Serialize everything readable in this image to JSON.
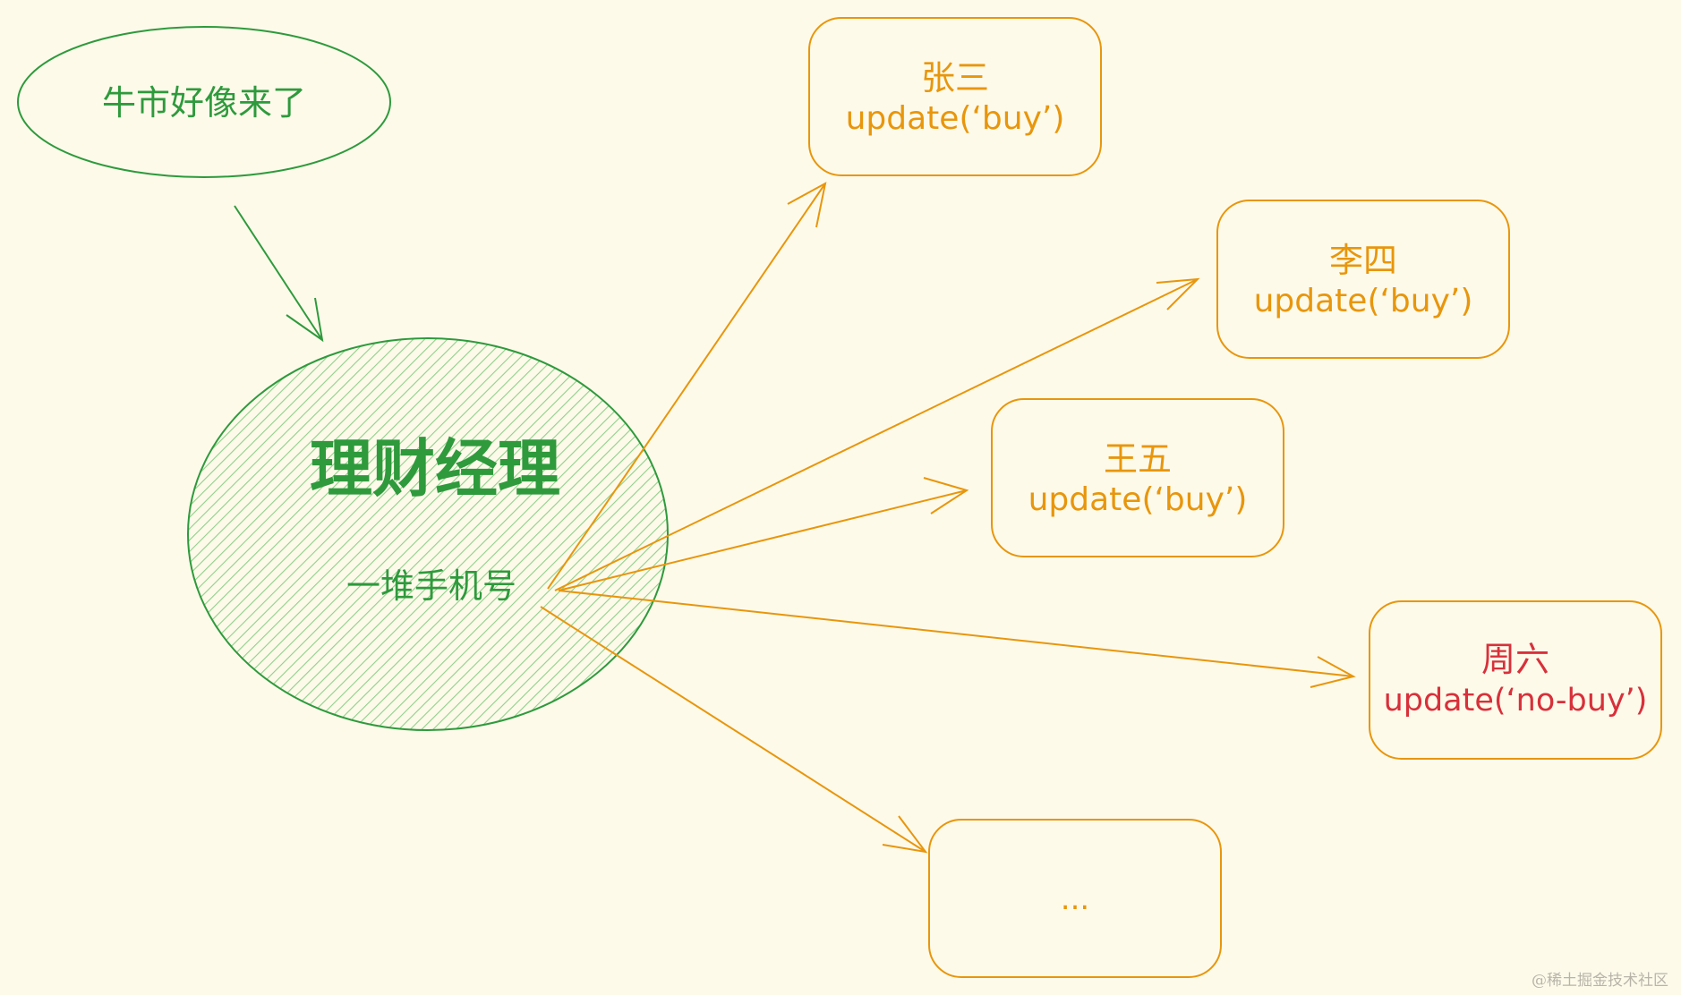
{
  "colors": {
    "background": "#fdfaea",
    "green": "#2e9a3c",
    "orange": "#e8960c",
    "red": "#d8303a"
  },
  "event": {
    "text": "牛市好像来了"
  },
  "manager": {
    "title": "理财经理",
    "subtitle": "一堆手机号"
  },
  "subscribers": [
    {
      "name": "张三",
      "call": "update(‘buy’)",
      "tone": "orange"
    },
    {
      "name": "李四",
      "call": "update(‘buy’)",
      "tone": "orange"
    },
    {
      "name": "王五",
      "call": "update(‘buy’)",
      "tone": "orange"
    },
    {
      "name": "周六",
      "call": "update(‘no-buy’)",
      "tone": "red"
    },
    {
      "name": "...",
      "call": "",
      "tone": "orange"
    }
  ],
  "watermark": "@稀土掘金技术社区"
}
